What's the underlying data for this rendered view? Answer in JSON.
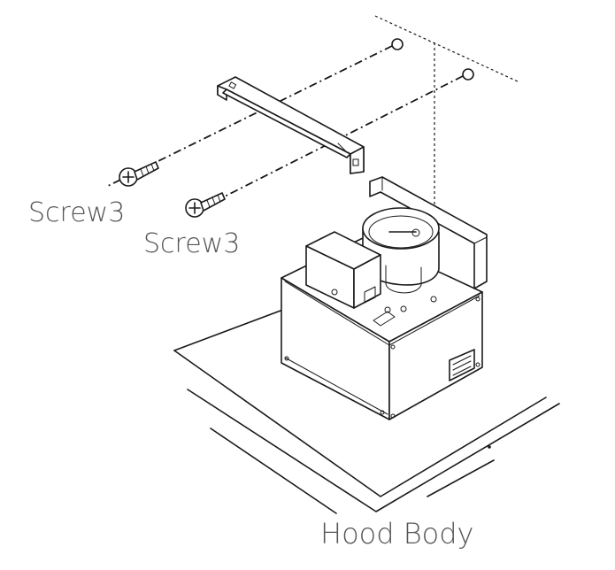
{
  "labels": {
    "screw_top": "Screw3",
    "screw_bottom": "Screw3",
    "hood_body": "Hood Body"
  },
  "colors": {
    "line": "#1a1a1a",
    "label_text": "#555555",
    "background": "#ffffff"
  }
}
